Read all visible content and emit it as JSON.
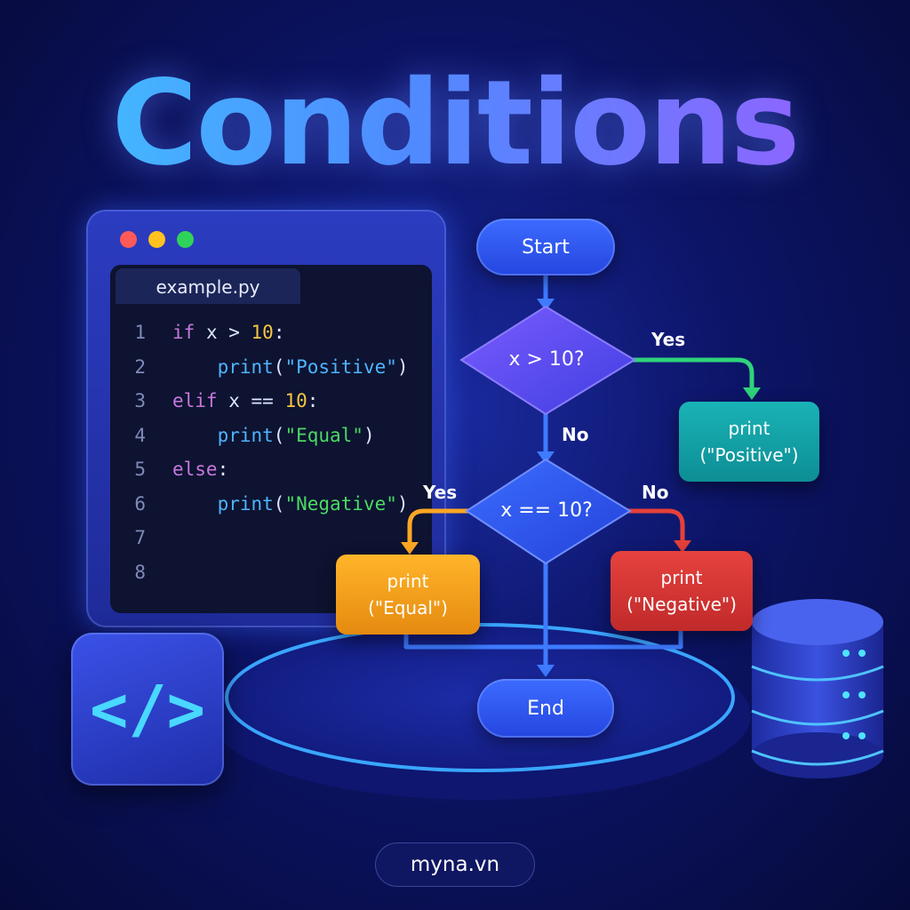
{
  "title": "Conditions",
  "editor": {
    "filename": "example.py",
    "lines": [
      {
        "n": "1",
        "parts": [
          {
            "t": "if",
            "c": "kw"
          },
          {
            "t": " x > ",
            "c": "op"
          },
          {
            "t": "10",
            "c": "num"
          },
          {
            "t": ":",
            "c": "op"
          }
        ]
      },
      {
        "n": "2",
        "parts": [
          {
            "t": "    ",
            "c": "op"
          },
          {
            "t": "print",
            "c": "fn"
          },
          {
            "t": "(",
            "c": "op"
          },
          {
            "t": "\"Positive\"",
            "c": "fn"
          },
          {
            "t": ")",
            "c": "op"
          }
        ]
      },
      {
        "n": "3",
        "parts": [
          {
            "t": "elif",
            "c": "kw"
          },
          {
            "t": " x == ",
            "c": "op"
          },
          {
            "t": "10",
            "c": "num"
          },
          {
            "t": ":",
            "c": "op"
          }
        ]
      },
      {
        "n": "4",
        "parts": [
          {
            "t": "    ",
            "c": "op"
          },
          {
            "t": "print",
            "c": "fn"
          },
          {
            "t": "(",
            "c": "op"
          },
          {
            "t": "\"Equal\"",
            "c": "str"
          },
          {
            "t": ")",
            "c": "op"
          }
        ]
      },
      {
        "n": "5",
        "parts": [
          {
            "t": "else",
            "c": "kw"
          },
          {
            "t": ":",
            "c": "op"
          }
        ]
      },
      {
        "n": "6",
        "parts": [
          {
            "t": "    ",
            "c": "op"
          },
          {
            "t": "print",
            "c": "fn"
          },
          {
            "t": "(",
            "c": "op"
          },
          {
            "t": "\"Negative\"",
            "c": "str"
          },
          {
            "t": ")",
            "c": "op"
          }
        ]
      },
      {
        "n": "7",
        "parts": []
      },
      {
        "n": "8",
        "parts": []
      }
    ]
  },
  "flow": {
    "start": "Start",
    "cond1": "x > 10?",
    "cond2": "x == 10?",
    "yes": "Yes",
    "no": "No",
    "positive_line1": "print",
    "positive_line2": "(\"Positive\")",
    "equal_line1": "print",
    "equal_line2": "(\"Equal\")",
    "negative_line1": "print",
    "negative_line2": "(\"Negative\")",
    "end": "End"
  },
  "code_icon": "</>",
  "footer": "myna.vn",
  "colors": {
    "teal": "#19b3b6",
    "orange": "#ffb52a",
    "red": "#e6423e",
    "blue": "#3d6bff",
    "purple": "#6a4cff"
  }
}
